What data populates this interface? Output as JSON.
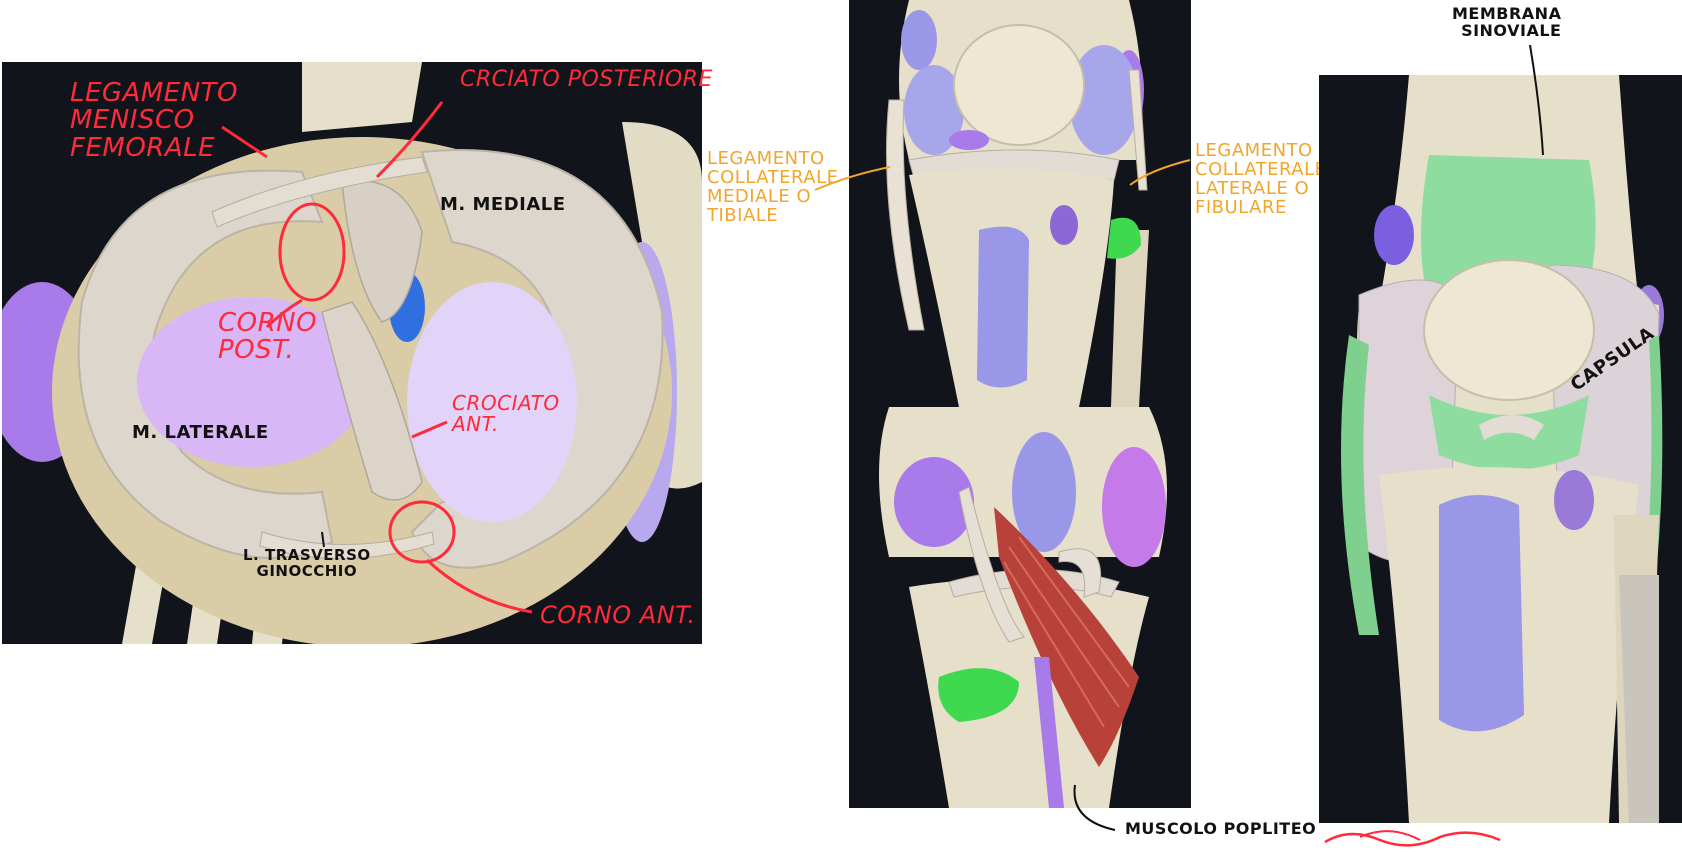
{
  "labels": {
    "legamento_menisco_femorale": "LEGAMENTO\nMENISCO\nFEMORALE",
    "crociato_posteriore": "CRCIATO POSTERIORE",
    "m_mediale": "M. MEDIALE",
    "corno_post": "CORNO\nPOST.",
    "crociato_ant": "CROCIATO\nANT.",
    "m_laterale": "M. LATERALE",
    "l_trasverso": "L. TRASVERSO\nGINOCCHIO",
    "corno_ant": "CORNO ANT.",
    "lig_collaterale_mediale": "LEGAMENTO\nCOLLATERALE\nMEDIALE o\nTIBIALE",
    "lig_collaterale_laterale": "LEGAMENTO\nCOLLATERALE\nLATERALE o\nFIBULARE",
    "membrana_sinoviale": "MEMBRANA\nSINOVIALE",
    "capsula": "CAPSULA",
    "muscolo_popliteo": "MUSCOLO POPLITEO"
  },
  "colors": {
    "panel_bg": "#12141c",
    "bone": "#e6dfc9",
    "meniscus": "#ddd6cc",
    "lilac": "#d9b6f6",
    "periwinkle": "#9a97e8",
    "green": "#3fd94f",
    "synovial_green": "#8fdca0",
    "muscle": "#b8423a",
    "red_annotation": "#ff2a3a",
    "orange_annotation": "#f2a52b"
  }
}
